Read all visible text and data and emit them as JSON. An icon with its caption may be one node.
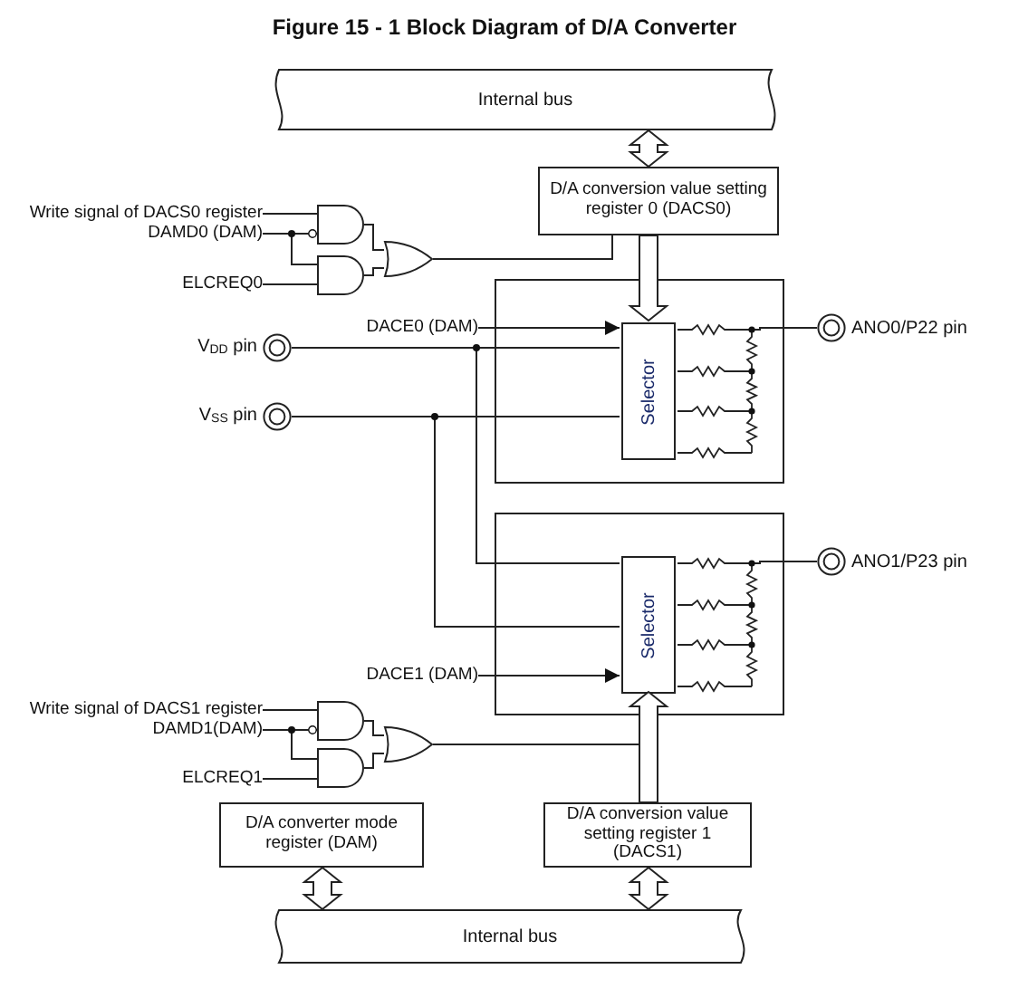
{
  "diagram": {
    "title": "Figure 15 - 1 Block Diagram of D/A Converter",
    "nodes": [
      {
        "text": [
          "Internal bus"
        ]
      },
      {
        "text": [
          "Write signal of DACS0 register"
        ]
      },
      {
        "text": [
          "DAMD0 (DAM)"
        ]
      },
      {
        "text": [],
        "shape": "gate"
      },
      {
        "text": [
          "D/A conversion value setting register 0 (DACS0)"
        ]
      },
      {
        "text": [],
        "shape": "gate"
      },
      {
        "text": [
          "ELCREQ0"
        ]
      },
      {
        "text": [],
        "shape": "gate"
      },
      {
        "text": [],
        "shape": "box"
      },
      {
        "text": [
          "Selector"
        ],
        "in": 8
      },
      {
        "text": [],
        "shape": "resistor",
        "in": 8
      },
      {
        "text": [
          "DACE0 (DAM)"
        ]
      },
      {
        "text": [
          "ANO0/P22 pin"
        ]
      },
      {
        "text": [
          "V$_{DD}$ pin"
        ]
      },
      {
        "text": [
          "V$_{SS}$ pin"
        ]
      },
      {
        "text": [],
        "shape": "box"
      },
      {
        "text": [
          "Selector"
        ],
        "in": 15
      },
      {
        "text": [],
        "shape": "resistor",
        "in": 15
      },
      {
        "text": [
          "ANO1/P23 pin"
        ]
      },
      {
        "text": [
          "DACE1 (DAM)"
        ]
      },
      {
        "text": [
          "Write signal of DACS1 register"
        ]
      },
      {
        "text": [
          "DAMD1(DAM)"
        ]
      },
      {
        "text": [],
        "shape": "gate"
      },
      {
        "text": [],
        "shape": "gate"
      },
      {
        "text": [
          "ELCREQ1"
        ]
      },
      {
        "text": [],
        "shape": "gate"
      },
      {
        "text": [
          "D/A converter mode register (DAM)"
        ]
      },
      {
        "text": [
          "D/A conversion value setting register 1 (DACS1)"
        ]
      },
      {
        "text": [
          "Internal bus"
        ]
      }
    ],
    "edges": [
      {
        "from": 0,
        "to": 4,
        "arrow": "both",
        "style": "thick"
      },
      {
        "from": 4,
        "to": 9,
        "arrow": "to",
        "style": "thick"
      },
      {
        "from": 1,
        "to": 3,
        "arrow": "none"
      },
      {
        "from": 2,
        "to": 3,
        "arrow": "other"
      },
      {
        "from": 2,
        "to": 5,
        "arrow": "none"
      },
      {
        "from": 6,
        "to": 5,
        "arrow": "none"
      },
      {
        "from": 3,
        "to": 7,
        "arrow": "none"
      },
      {
        "from": 5,
        "to": 7,
        "arrow": "none"
      },
      {
        "from": 7,
        "to": 4,
        "arrow": "none"
      },
      {
        "from": 11,
        "to": 9,
        "arrow": "to"
      },
      {
        "from": 13,
        "to": 9,
        "arrow": "none"
      },
      {
        "from": 13,
        "to": 16,
        "arrow": "none"
      },
      {
        "from": 14,
        "to": 9,
        "arrow": "none"
      },
      {
        "from": 14,
        "to": 16,
        "arrow": "none"
      },
      {
        "from": 10,
        "to": 12,
        "arrow": "none"
      },
      {
        "from": 17,
        "to": 18,
        "arrow": "none"
      },
      {
        "from": 19,
        "to": 16,
        "arrow": "to"
      },
      {
        "from": 20,
        "to": 22,
        "arrow": "none"
      },
      {
        "from": 21,
        "to": 22,
        "arrow": "other"
      },
      {
        "from": 21,
        "to": 23,
        "arrow": "none"
      },
      {
        "from": 24,
        "to": 23,
        "arrow": "none"
      },
      {
        "from": 22,
        "to": 25,
        "arrow": "none"
      },
      {
        "from": 23,
        "to": 25,
        "arrow": "none"
      },
      {
        "from": 25,
        "to": null,
        "arrow": "none"
      },
      {
        "from": 27,
        "to": 16,
        "arrow": "to",
        "style": "thick"
      },
      {
        "from": 27,
        "to": 28,
        "arrow": "both",
        "style": "thick"
      },
      {
        "from": 26,
        "to": 28,
        "arrow": "both",
        "style": "thick"
      }
    ]
  }
}
